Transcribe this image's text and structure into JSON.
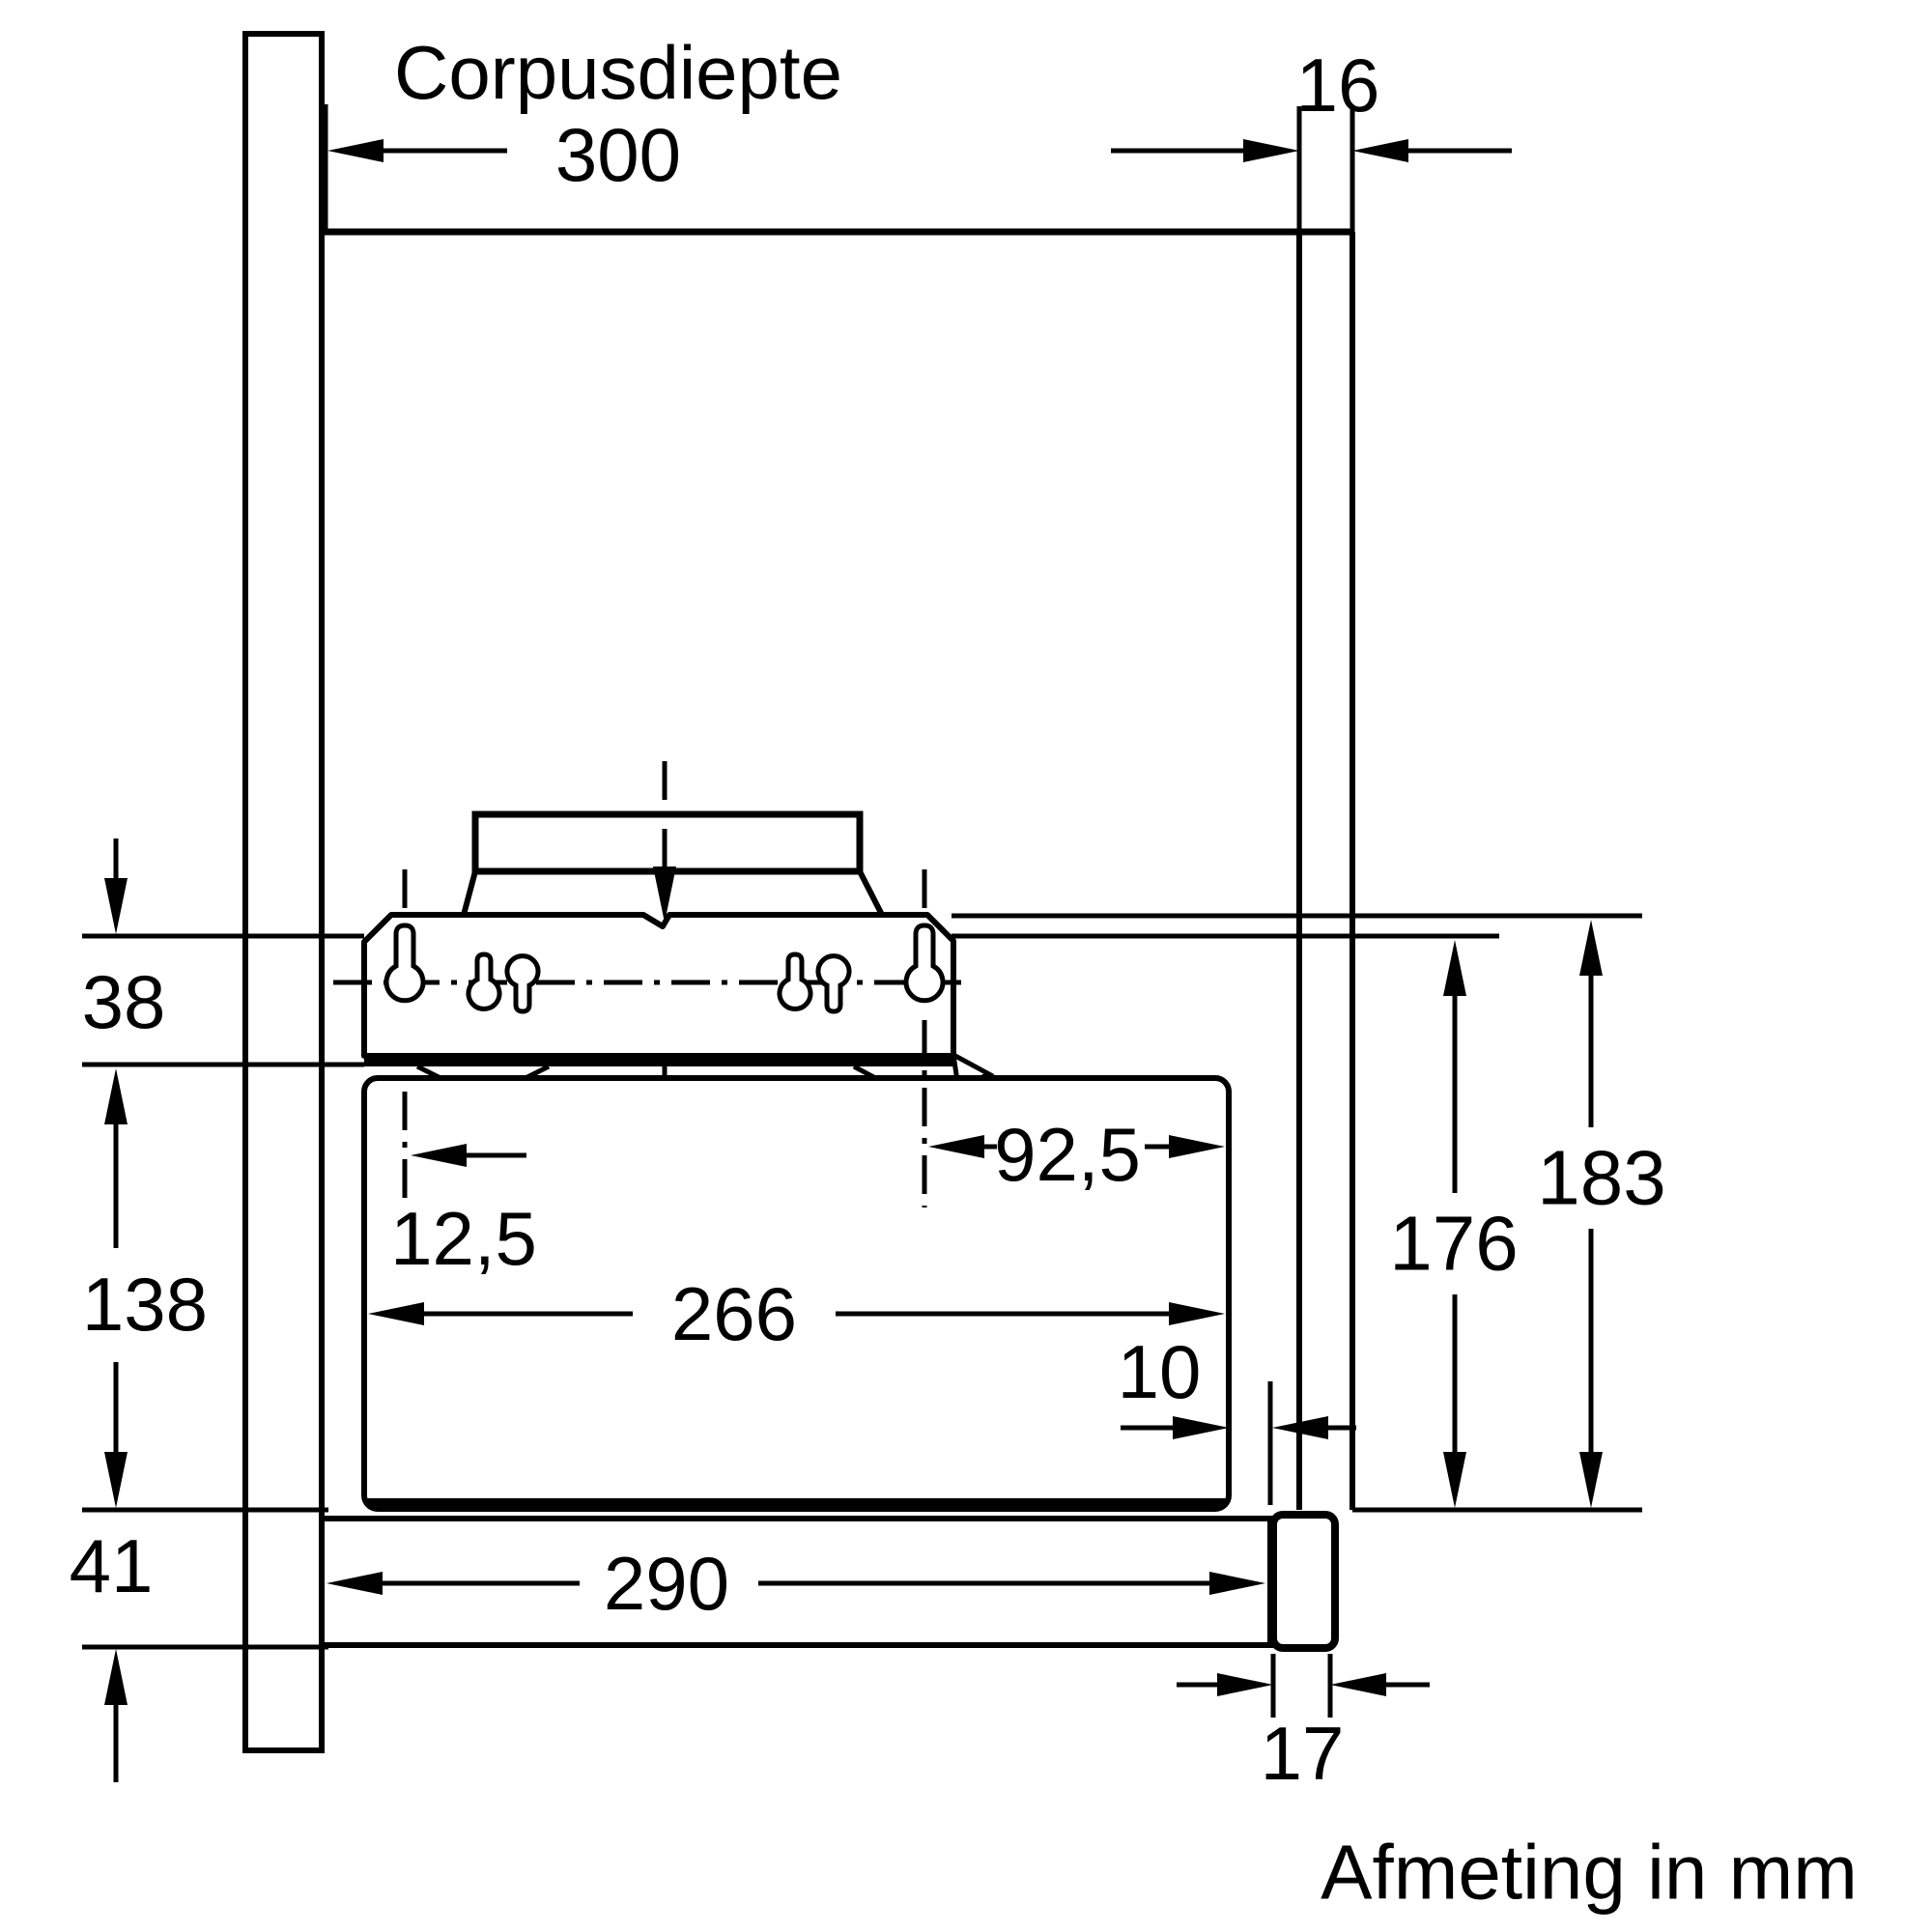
{
  "drawing": {
    "title": "Corpusdiepte",
    "unit_note": "Afmeting in mm",
    "dimensions": {
      "corpus_depth": "300",
      "front_panel_thickness": "16",
      "plate_height": "38",
      "canopy_height": "138",
      "visor_front_height": "41",
      "keyhole_left_offset": "12,5",
      "canopy_depth": "266",
      "keyhole_right_offset": "92,5",
      "front_gap": "10",
      "visor_depth": "290",
      "front_strip_width": "17",
      "height_to_upper_edge": "176",
      "height_to_plate_top": "183"
    }
  }
}
